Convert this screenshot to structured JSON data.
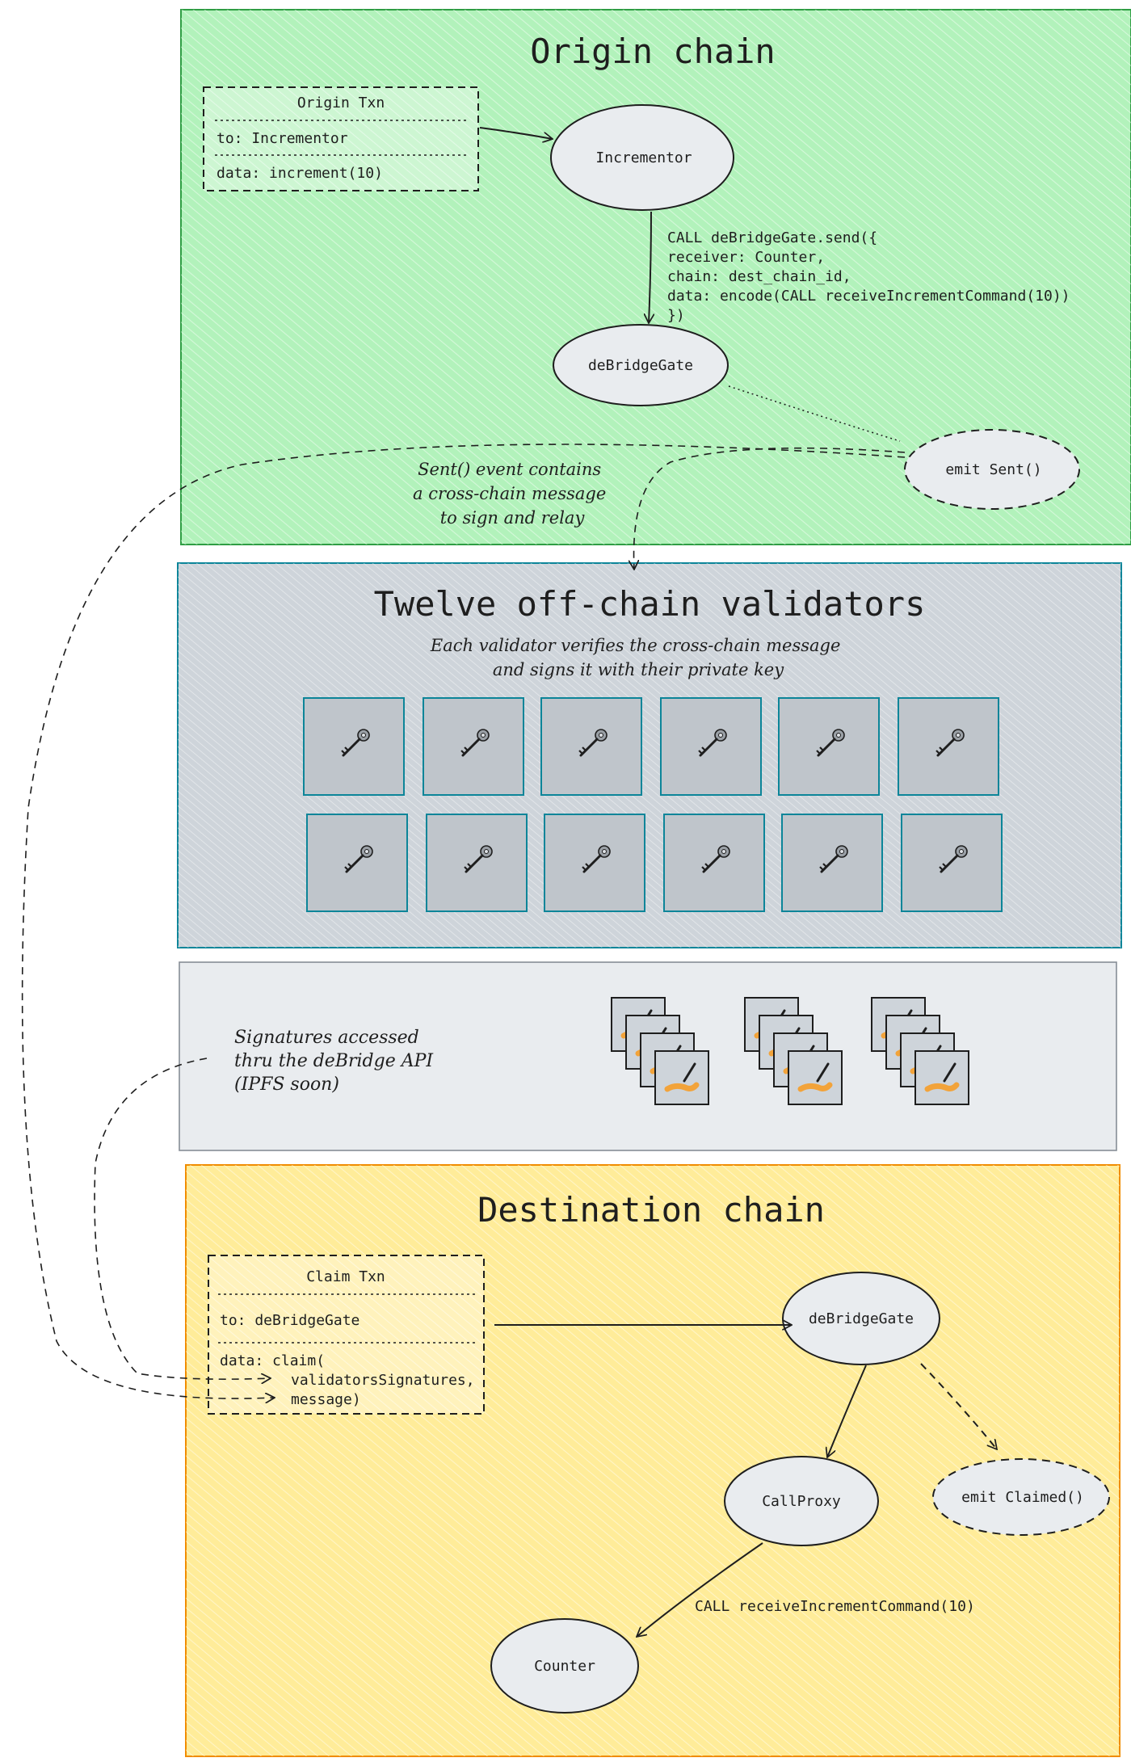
{
  "colors": {
    "origin_fill": "#b2f2bb",
    "origin_stroke": "#2f9e44",
    "validators_fill": "#ced4da",
    "validators_stroke": "#0c8599",
    "signatures_fill": "#e9ecef",
    "signatures_stroke": "#868e96",
    "destination_fill": "#ffec99",
    "destination_stroke": "#f08c00",
    "node_fill": "#e9ecef",
    "ink": "#1e1e1e"
  },
  "origin": {
    "title": "Origin chain",
    "txn": {
      "title": "Origin Txn",
      "to": "to: Incrementor",
      "data": "data: increment(10)"
    },
    "incrementor": "Incrementor",
    "debridge_gate": "deBridgeGate",
    "emit_sent": "emit Sent()",
    "send_call": [
      "CALL deBridgeGate.send({",
      "    receiver: Counter,",
      "    chain: dest_chain_id,",
      "    data: encode(CALL receiveIncrementCommand(10))",
      "})"
    ],
    "sent_note": [
      "Sent() event contains",
      "a cross-chain message",
      "to sign and relay"
    ]
  },
  "validators": {
    "title": "Twelve off-chain validators",
    "note": [
      "Each validator verifies the cross-chain message",
      "and signs it with their private key"
    ],
    "count": 12,
    "icon": "key-icon"
  },
  "signatures": {
    "note": [
      "Signatures accessed",
      "thru the deBridge API",
      "(IPFS soon)"
    ],
    "icon": "signature-icon",
    "stacks": 3,
    "per_stack": 4
  },
  "destination": {
    "title": "Destination chain",
    "txn": {
      "title": "Claim Txn",
      "to": "to: deBridgeGate",
      "data": [
        "data: claim(",
        "validatorsSignatures,",
        "message)"
      ]
    },
    "debridge_gate": "deBridgeGate",
    "call_proxy": "CallProxy",
    "emit_claimed": "emit Claimed()",
    "counter": "Counter",
    "receive_call": "CALL receiveIncrementCommand(10)"
  }
}
